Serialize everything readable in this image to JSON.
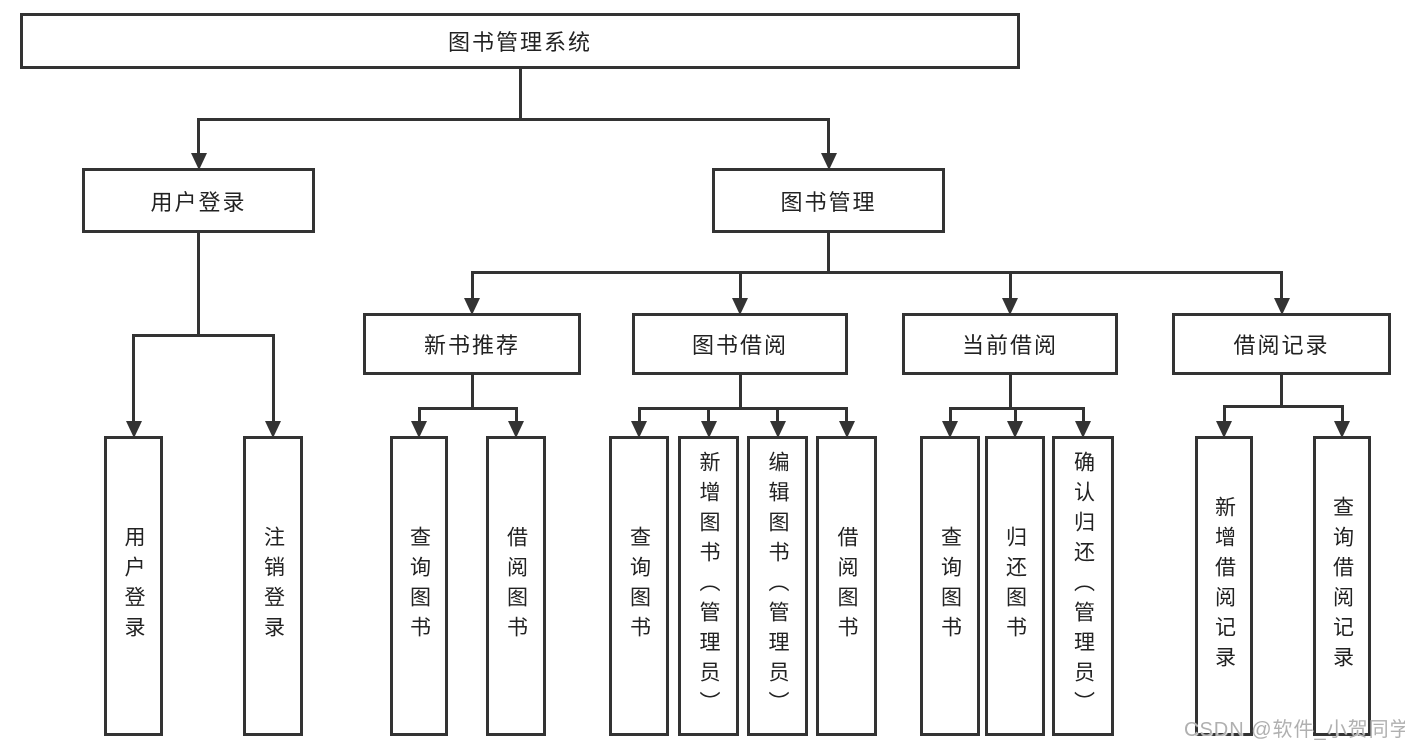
{
  "root": {
    "id": "root",
    "label": "图书管理系统",
    "children": [
      {
        "id": "login",
        "label": "用户登录",
        "children": [
          {
            "id": "login-user",
            "label": "用户登录"
          },
          {
            "id": "login-logout",
            "label": "注销登录"
          }
        ]
      },
      {
        "id": "mgmt",
        "label": "图书管理",
        "children": [
          {
            "id": "rec",
            "label": "新书推荐",
            "children": [
              {
                "id": "rec-query",
                "label": "查询图书"
              },
              {
                "id": "rec-borrow",
                "label": "借阅图书"
              }
            ]
          },
          {
            "id": "borrow",
            "label": "图书借阅",
            "children": [
              {
                "id": "borrow-query",
                "label": "查询图书"
              },
              {
                "id": "borrow-add",
                "label": "新增图书（管理员）"
              },
              {
                "id": "borrow-edit",
                "label": "编辑图书（管理员）"
              },
              {
                "id": "borrow-lend",
                "label": "借阅图书"
              }
            ]
          },
          {
            "id": "current",
            "label": "当前借阅",
            "children": [
              {
                "id": "current-query",
                "label": "查询图书"
              },
              {
                "id": "current-return",
                "label": "归还图书"
              },
              {
                "id": "current-confirm",
                "label": "确认归还（管理员）"
              }
            ]
          },
          {
            "id": "records",
            "label": "借阅记录",
            "children": [
              {
                "id": "records-add",
                "label": "新增借阅记录"
              },
              {
                "id": "records-query",
                "label": "查询借阅记录"
              }
            ]
          }
        ]
      }
    ]
  },
  "watermark": {
    "text": "CSDN @软件_小贺同学"
  },
  "colors": {
    "line": "#333333",
    "box_border": "#333333",
    "text": "#222222",
    "watermark": "#b0b0b0",
    "background": "#ffffff"
  }
}
